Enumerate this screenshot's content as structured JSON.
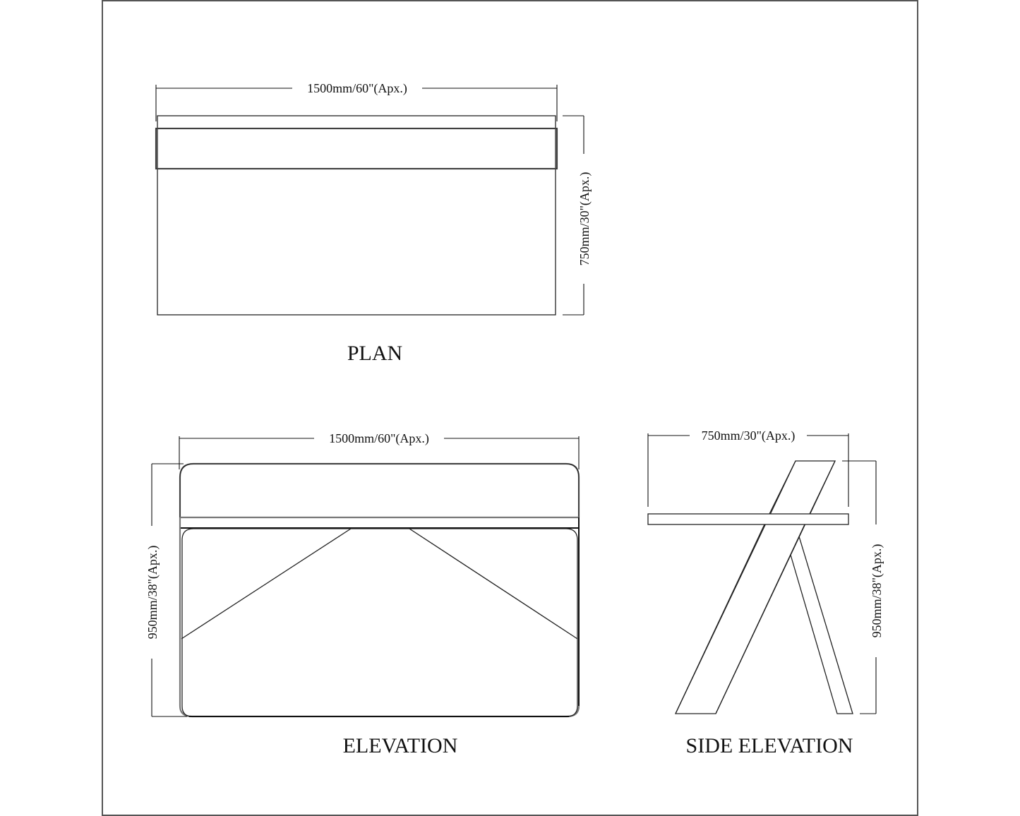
{
  "drawing": {
    "views": {
      "plan": {
        "title": "PLAN",
        "width_dimension": "1500mm/60\"(Apx.)",
        "depth_dimension": "750mm/30\"(Apx.)"
      },
      "elevation": {
        "title": "ELEVATION",
        "width_dimension": "1500mm/60\"(Apx.)",
        "height_dimension": "950mm/38\"(Apx.)"
      },
      "side_elevation": {
        "title": "SIDE ELEVATION",
        "depth_dimension": "750mm/30\"(Apx.)",
        "height_dimension": "950mm/38\"(Apx.)"
      }
    },
    "colors": {
      "line": "#222222",
      "background": "#ffffff",
      "frame": "#555555"
    }
  }
}
